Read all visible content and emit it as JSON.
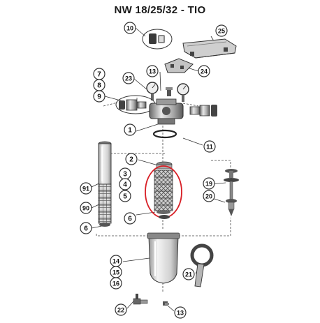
{
  "title": "NW 18/25/32 - TIO",
  "callouts": [
    {
      "id": "c10",
      "label": "10"
    },
    {
      "id": "c25",
      "label": "25"
    },
    {
      "id": "c13a",
      "label": "13"
    },
    {
      "id": "c24",
      "label": "24"
    },
    {
      "id": "c7",
      "label": "7"
    },
    {
      "id": "c23",
      "label": "23"
    },
    {
      "id": "c8",
      "label": "8"
    },
    {
      "id": "c9",
      "label": "9"
    },
    {
      "id": "c1",
      "label": "1"
    },
    {
      "id": "c11",
      "label": "11"
    },
    {
      "id": "c2",
      "label": "2"
    },
    {
      "id": "c3",
      "label": "3"
    },
    {
      "id": "c4",
      "label": "4"
    },
    {
      "id": "c5",
      "label": "5"
    },
    {
      "id": "c91",
      "label": "91"
    },
    {
      "id": "c19",
      "label": "19"
    },
    {
      "id": "c20",
      "label": "20"
    },
    {
      "id": "c90",
      "label": "90"
    },
    {
      "id": "c6a",
      "label": "6"
    },
    {
      "id": "c6b",
      "label": "6"
    },
    {
      "id": "c14",
      "label": "14"
    },
    {
      "id": "c15",
      "label": "15"
    },
    {
      "id": "c16",
      "label": "16"
    },
    {
      "id": "c21",
      "label": "21"
    },
    {
      "id": "c22",
      "label": "22"
    },
    {
      "id": "c13b",
      "label": "13"
    }
  ],
  "highlight_color": "#d81f26",
  "line_color": "#333333"
}
